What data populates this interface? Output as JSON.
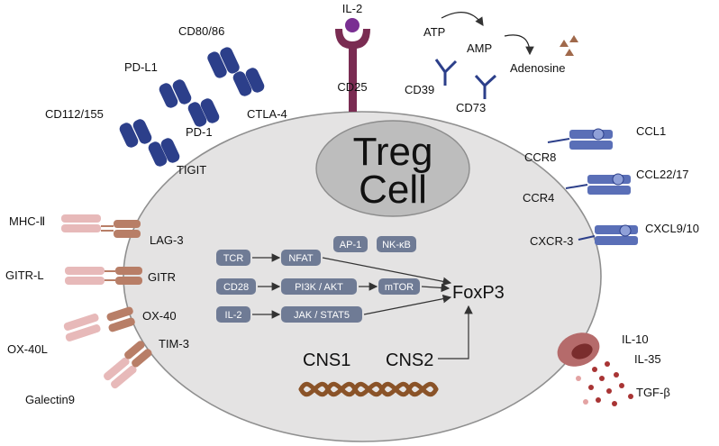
{
  "colors": {
    "cell_fill": "#e4e3e3",
    "nucleus_fill": "#bdbdbd",
    "receptor_blue": "#2c3f8a",
    "receptor_mid": "#5a6fb7",
    "il2r": "#7a2c52",
    "il2": "#7a2f92",
    "mhc_pink": "#e7b9b9",
    "lag_brown": "#b87e67",
    "dna": "#8a5328",
    "adenosine": "#a0694b",
    "dots": "#a83434",
    "pill": "#6f7b95"
  },
  "nucleus": {
    "line1": "Treg",
    "line2": "Cell"
  },
  "receptors": {
    "il2": "IL-2",
    "cd25": "CD25",
    "atp": "ATP",
    "amp": "AMP",
    "adenosine": "Adenosine",
    "cd39": "CD39",
    "cd73": "CD73",
    "cd80_86": "CD80/86",
    "ctla4": "CTLA-4",
    "pdl1": "PD-L1",
    "pd1": "PD-1",
    "cd112_155": "CD112/155",
    "tigit": "TIGIT",
    "ccr8": "CCR8",
    "ccl1": "CCL1",
    "ccr4": "CCR4",
    "ccl22_17": "CCL22/17",
    "cxcr3": "CXCR-3",
    "cxcl9_10": "CXCL9/10",
    "mhc2": "MHC-Ⅱ",
    "lag3": "LAG-3",
    "gitrl": "GITR-L",
    "gitr": "GITR",
    "ox40": "OX-40",
    "ox40l": "OX-40L",
    "tim3": "TIM-3",
    "galectin9": "Galectin9"
  },
  "signaling": {
    "tcr": "TCR",
    "nfat": "NFAT",
    "ap1": "AP-1",
    "nfkb": "NK-κB",
    "cd28": "CD28",
    "pi3k": "PI3K / AKT",
    "mtor": "mTOR",
    "il2": "IL-2",
    "jak": "JAK / STAT5",
    "foxp3": "FoxP3",
    "cns1": "CNS1",
    "cns2": "CNS2"
  },
  "cytokines": {
    "il10": "IL-10",
    "il35": "IL-35",
    "tgfb": "TGF-β"
  }
}
